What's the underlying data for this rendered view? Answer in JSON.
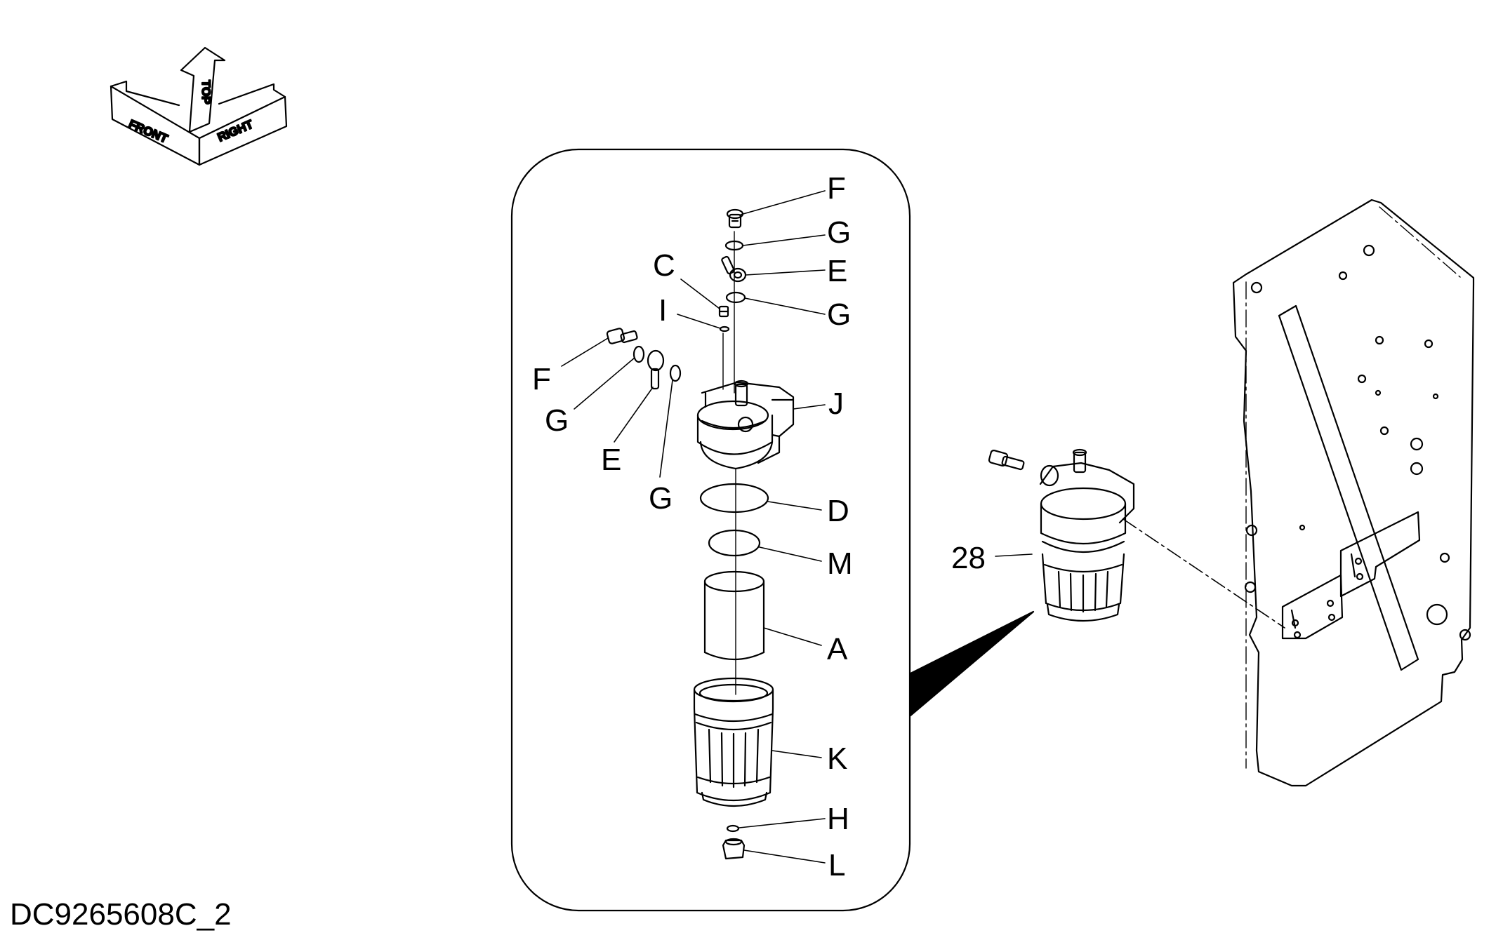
{
  "drawing_id": "DC9265608C_2",
  "orientation": {
    "front": "FRONT",
    "top": "TOP",
    "right": "RIGHT"
  },
  "item_number": "28",
  "callouts": {
    "F_top": "F",
    "G_1": "G",
    "E_top": "E",
    "G_2": "G",
    "C": "C",
    "I": "I",
    "F_left": "F",
    "G_left": "G",
    "E_left": "E",
    "G_lower": "G",
    "J": "J",
    "D": "D",
    "M": "M",
    "A": "A",
    "K": "K",
    "H": "H",
    "L": "L"
  }
}
